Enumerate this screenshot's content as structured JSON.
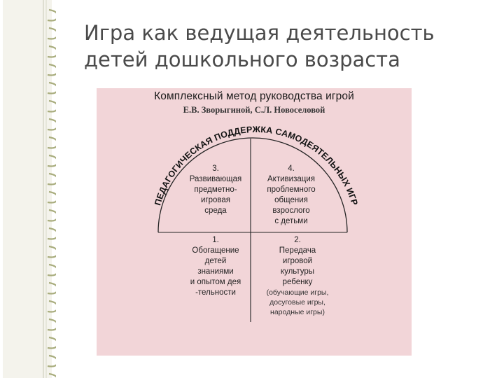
{
  "slide": {
    "title_line1": "Игра как ведущая деятельность",
    "title_line2": "детей дошкольного возраста"
  },
  "panel": {
    "title": "Комплексный метод руководства игрой",
    "authors": "Е.В. Зворыгиной, С.Л. Новоселовой",
    "arc_text": "ПЕДАГОГИЧЕСКАЯ ПОДДЕРЖКА САМОДЕЯТЕЛЬНЫХ ИГР"
  },
  "quadrants": {
    "q3": {
      "lines": [
        "3.",
        "Развивающая",
        "предметно-",
        "игровая",
        "среда"
      ]
    },
    "q4": {
      "lines": [
        "4.",
        "Активизация",
        "проблемного",
        "общения",
        "взрослого",
        "с детьми"
      ]
    },
    "q1": {
      "lines": [
        "1.",
        "Обогащение",
        "детей",
        "знаниями",
        "и опытом дея",
        "-тельности"
      ]
    },
    "q2": {
      "lines": [
        "2.",
        "Передача",
        "игровой",
        "культуры",
        "ребенку"
      ],
      "sub": [
        "(обучающие игры,",
        "досуговые игры,",
        "народные игры)"
      ]
    }
  },
  "colors": {
    "panel_bg": "#f2d5d8",
    "title_text": "#4a4a4a",
    "deco_accent": "#a9ad7e"
  }
}
